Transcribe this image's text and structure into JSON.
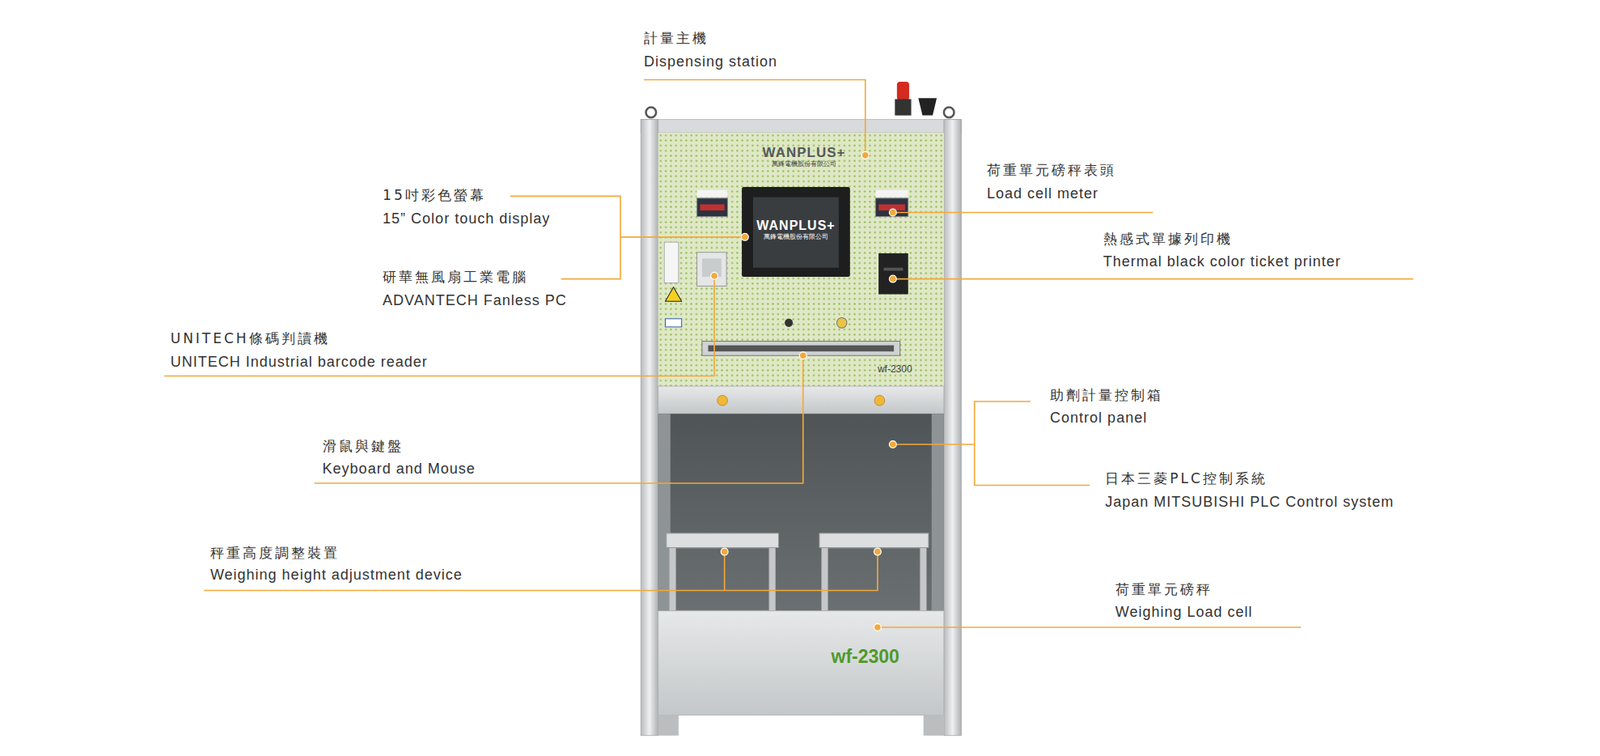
{
  "diagram": {
    "labels": [
      "計量主機",
      "Dispensing station",
      "15吋彩色螢幕",
      "15” Color touch display",
      "研華無風扇工業電腦",
      "ADVANTECH Fanless PC",
      "UNITECH條碼判讀機",
      "UNITECH Industrial barcode reader",
      "滑鼠與鍵盤",
      "Keyboard and Mouse",
      "秤重高度調整裝置",
      "Weighing height adjustment device",
      "荷重單元磅秤表頭",
      "Load cell meter",
      "熱感式單據列印機",
      "Thermal black color ticket printer",
      "助劑計量控制箱",
      "Control panel",
      "日本三菱PLC控制系統",
      "Japan MITSUBISHI PLC Control system",
      "荷重單元磅秤",
      "Weighing Load cell",
      "WANPLUS+",
      "萬鋒電機股份有限公司",
      "WANPLUS+",
      "萬鋒電機股份有限公司",
      "wf-2300",
      "wf-2300"
    ]
  }
}
